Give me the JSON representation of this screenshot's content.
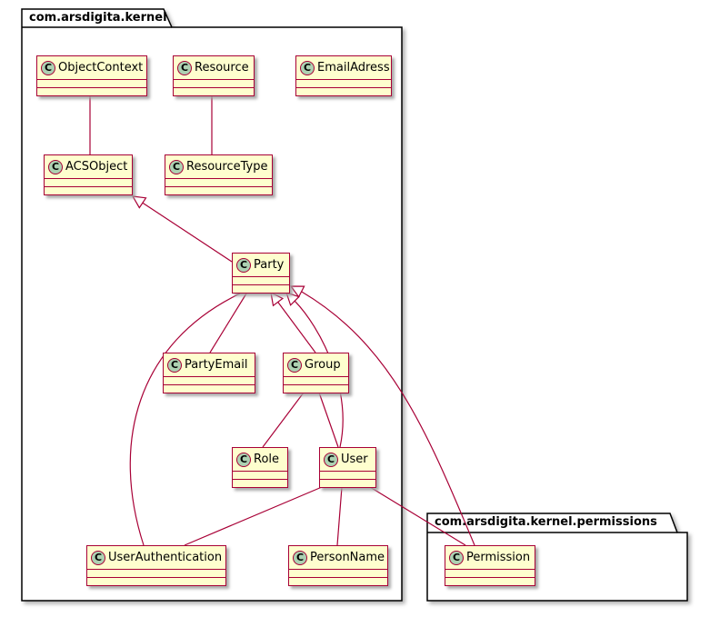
{
  "class_icon_letter": "C",
  "packages": [
    {
      "name": "com.arsdigita.kernel",
      "contains": [
        "ObjectContext",
        "Resource",
        "EmailAdress",
        "ACSObject",
        "ResourceType",
        "Party",
        "PartyEmail",
        "Group",
        "Role",
        "User",
        "UserAuthentication",
        "PersonName"
      ]
    },
    {
      "name": "com.arsdigita.kernel.permissions",
      "contains": [
        "Permission"
      ]
    }
  ],
  "classes": [
    {
      "name": "ObjectContext"
    },
    {
      "name": "Resource"
    },
    {
      "name": "EmailAdress"
    },
    {
      "name": "ACSObject"
    },
    {
      "name": "ResourceType"
    },
    {
      "name": "Party"
    },
    {
      "name": "PartyEmail"
    },
    {
      "name": "Group"
    },
    {
      "name": "Role"
    },
    {
      "name": "User"
    },
    {
      "name": "UserAuthentication"
    },
    {
      "name": "PersonName"
    },
    {
      "name": "Permission"
    }
  ],
  "relationships": [
    {
      "from": "ObjectContext",
      "to": "ACSObject",
      "type": "association"
    },
    {
      "from": "Resource",
      "to": "ResourceType",
      "type": "association"
    },
    {
      "from": "Party",
      "to": "ACSObject",
      "type": "generalization"
    },
    {
      "from": "PartyEmail",
      "to": "Party",
      "type": "association"
    },
    {
      "from": "Group",
      "to": "Party",
      "type": "generalization"
    },
    {
      "from": "User",
      "to": "Party",
      "type": "generalization"
    },
    {
      "from": "UserAuthentication",
      "to": "Party",
      "type": "association"
    },
    {
      "from": "Role",
      "to": "Group",
      "type": "association"
    },
    {
      "from": "User",
      "to": "Group",
      "type": "association"
    },
    {
      "from": "PersonName",
      "to": "User",
      "type": "association"
    },
    {
      "from": "UserAuthentication",
      "to": "User",
      "type": "association"
    },
    {
      "from": "Permission",
      "to": "User",
      "type": "association"
    },
    {
      "from": "Permission",
      "to": "Party",
      "type": "generalization"
    }
  ],
  "colors": {
    "class_fill": "#FEFECE",
    "class_border": "#A80036",
    "icon_fill": "#ADD1B2",
    "edge": "#A80036",
    "package_border": "#000000",
    "background": "#FFFFFF"
  }
}
